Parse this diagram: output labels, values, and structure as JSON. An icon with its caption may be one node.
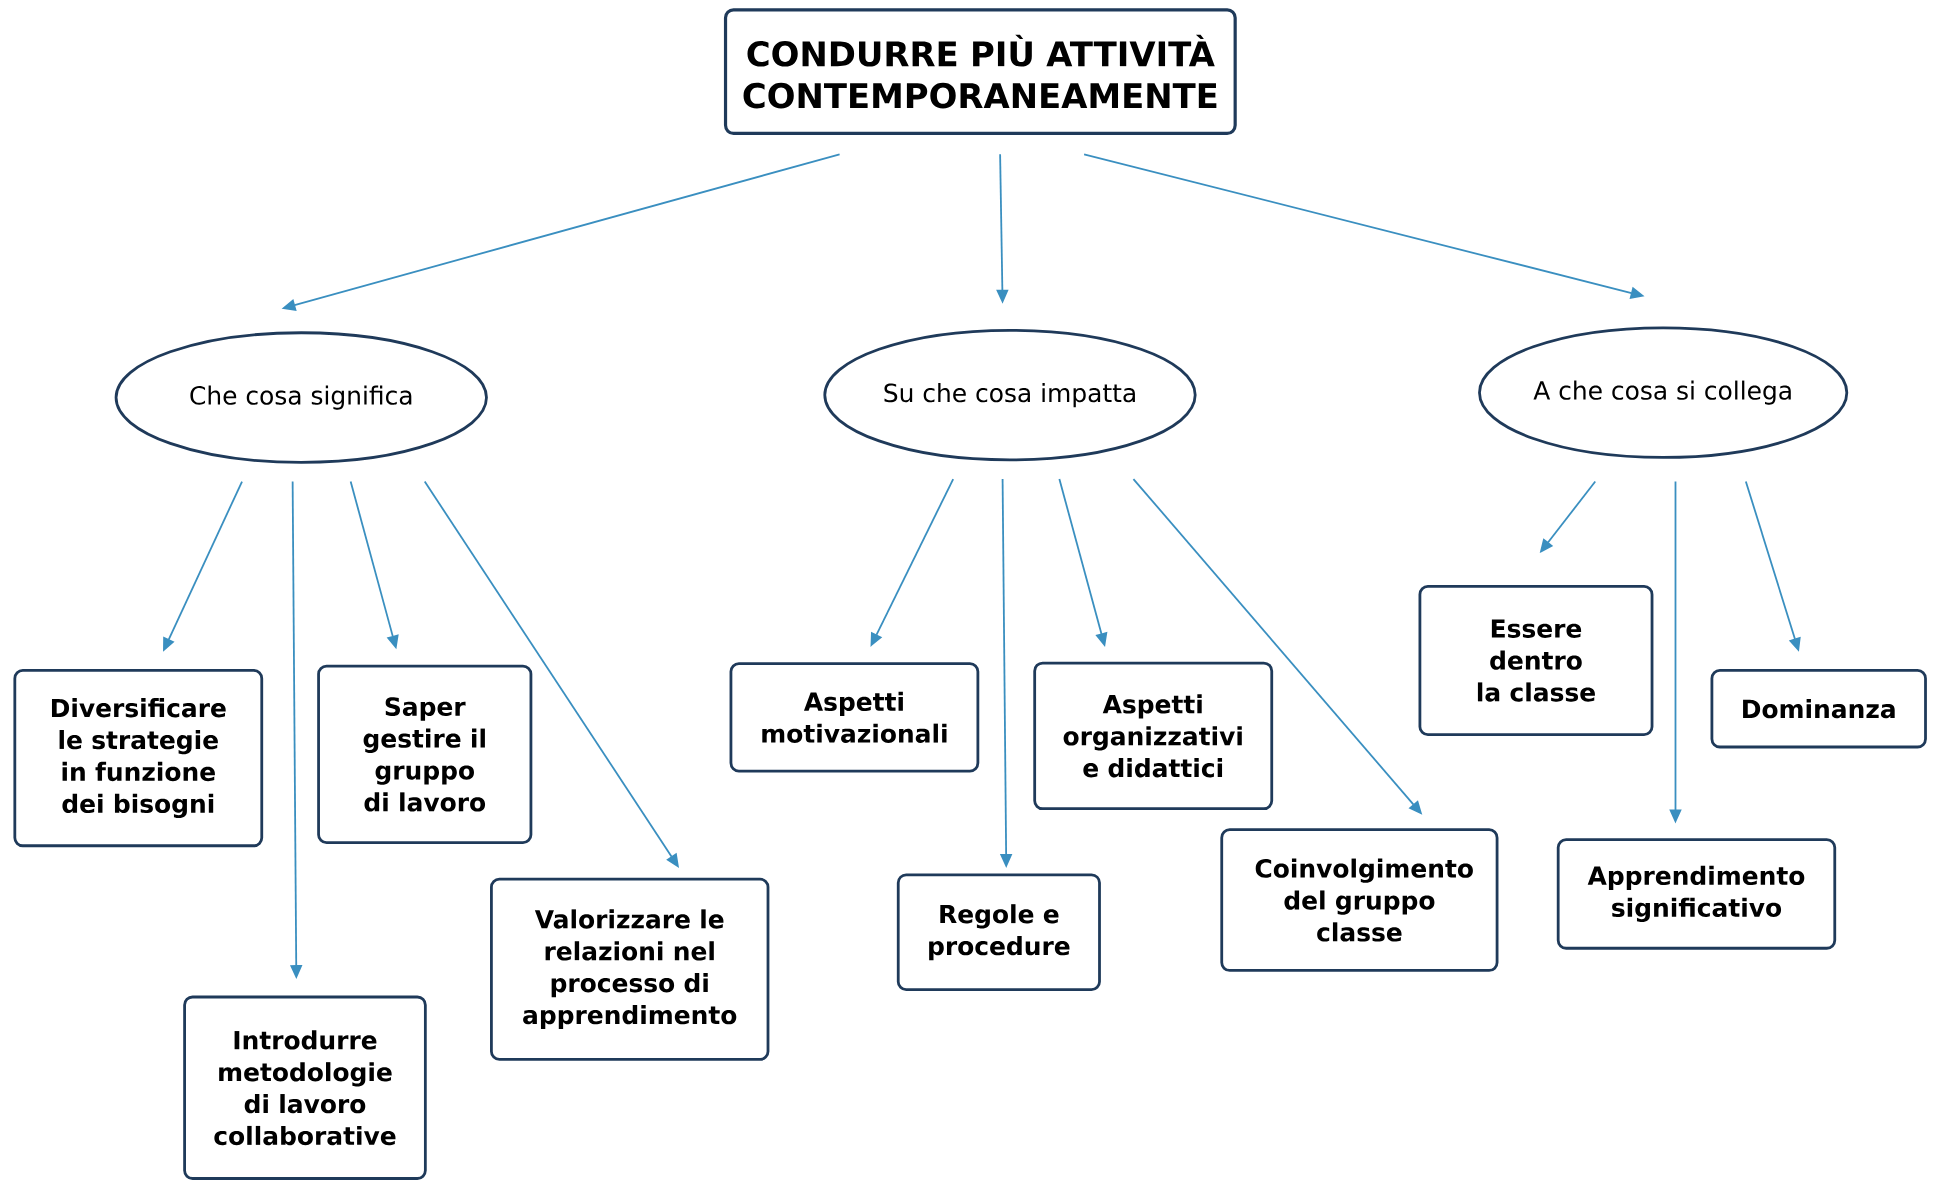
{
  "diagram": {
    "nodes": [
      {
        "text": [
          "CONDURRE PIÙ ATTIVITÀ CONTEMPORANEAMENTE"
        ]
      },
      {
        "text": [
          "Che cosa significa"
        ]
      },
      {
        "text": [
          "Su che cosa impatta"
        ]
      },
      {
        "text": [
          "A che cosa si collega"
        ]
      },
      {
        "text": [
          "Diversificare le strategie in funzione dei bisogni"
        ]
      },
      {
        "text": [
          "Introdurre metodologie di lavoro collaborative"
        ]
      },
      {
        "text": [
          "Saper gestire il gruppo di lavoro"
        ]
      },
      {
        "text": [
          "Valorizzare le relazioni nel processo di apprendimento"
        ]
      },
      {
        "text": [
          "Aspetti motivazionali"
        ]
      },
      {
        "text": [
          "Regole e procedure"
        ]
      },
      {
        "text": [
          "Aspetti organizzativi e didattici"
        ]
      },
      {
        "text": [
          "Coinvolgimento del gruppo classe"
        ]
      },
      {
        "text": [
          "Essere dentro la classe"
        ]
      },
      {
        "text": [
          "Apprendimento significativo"
        ]
      },
      {
        "text": [
          "Dominanza"
        ]
      }
    ],
    "edges": [
      {
        "from": 0,
        "to": 1,
        "arrow": "to"
      },
      {
        "from": 0,
        "to": 2,
        "arrow": "to"
      },
      {
        "from": 0,
        "to": 3,
        "arrow": "to"
      },
      {
        "from": 1,
        "to": 4,
        "arrow": "to"
      },
      {
        "from": 1,
        "to": 5,
        "arrow": "to"
      },
      {
        "from": 1,
        "to": 6,
        "arrow": "to"
      },
      {
        "from": 1,
        "to": 7,
        "arrow": "to"
      },
      {
        "from": 2,
        "to": 8,
        "arrow": "to"
      },
      {
        "from": 2,
        "to": 9,
        "arrow": "to"
      },
      {
        "from": 2,
        "to": 10,
        "arrow": "to"
      },
      {
        "from": 2,
        "to": 11,
        "arrow": "to"
      },
      {
        "from": 3,
        "to": 12,
        "arrow": "to"
      },
      {
        "from": 3,
        "to": 13,
        "arrow": "to"
      },
      {
        "from": 3,
        "to": 14,
        "arrow": "to"
      }
    ]
  }
}
